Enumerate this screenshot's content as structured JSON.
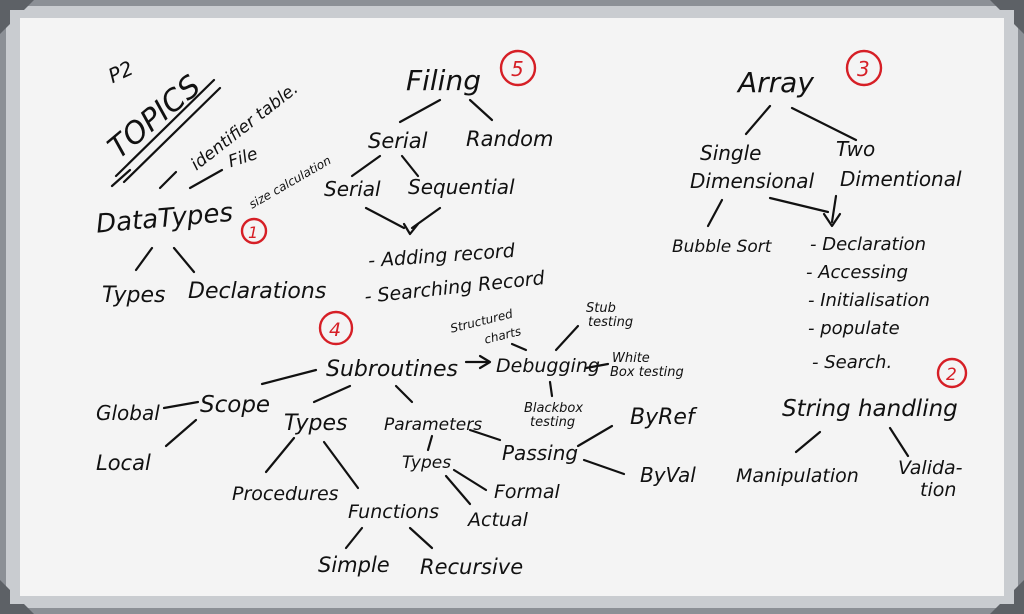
{
  "board": {
    "corner_note": "P2",
    "heading": "TOPICS",
    "underline_note": "identifier table.",
    "groups": {
      "datatypes": {
        "number": "1",
        "title": "DataTypes",
        "side_a": "File",
        "side_b": "size calculation",
        "children": [
          "Types",
          "Declarations"
        ]
      },
      "filing": {
        "number": "5",
        "title": "Filing",
        "children": [
          "Serial",
          "Random"
        ],
        "grandchildren": [
          "Serial",
          "Sequential"
        ],
        "bullets": [
          "- Adding record",
          "- Searching Record"
        ]
      },
      "array": {
        "number": "3",
        "title": "Array",
        "left_line1": "Single",
        "left_line2": "Dimensional",
        "right_line1": "Two",
        "right_line2": "Dimentional",
        "sort": "Bubble Sort",
        "bullets": [
          "- Declaration",
          "- Accessing",
          "- Initialisation",
          "- populate",
          "- Search."
        ]
      },
      "subroutines": {
        "number": "4",
        "title": "Subroutines",
        "scope": "Scope",
        "scope_children": [
          "Global",
          "Local"
        ],
        "types": "Types",
        "procedures": "Procedures",
        "functions": "Functions",
        "function_kinds": [
          "Simple",
          "Recursive"
        ],
        "parameters": "Parameters",
        "param_types": "Types",
        "formal": "Formal",
        "actual": "Actual",
        "passing": "Passing",
        "byref": "ByRef",
        "byval": "ByVal",
        "debugging": "Debugging",
        "structured": "Structured",
        "charts": "charts",
        "stub1": "Stub",
        "stub2": "testing",
        "whitebox1": "White",
        "whitebox2": "Box testing",
        "blackbox1": "Blackbox",
        "blackbox2": "testing"
      },
      "strings": {
        "number": "2",
        "title": "String handling",
        "children": [
          "Manipulation"
        ],
        "validation1": "Valida-",
        "validation2": "tion"
      }
    }
  }
}
